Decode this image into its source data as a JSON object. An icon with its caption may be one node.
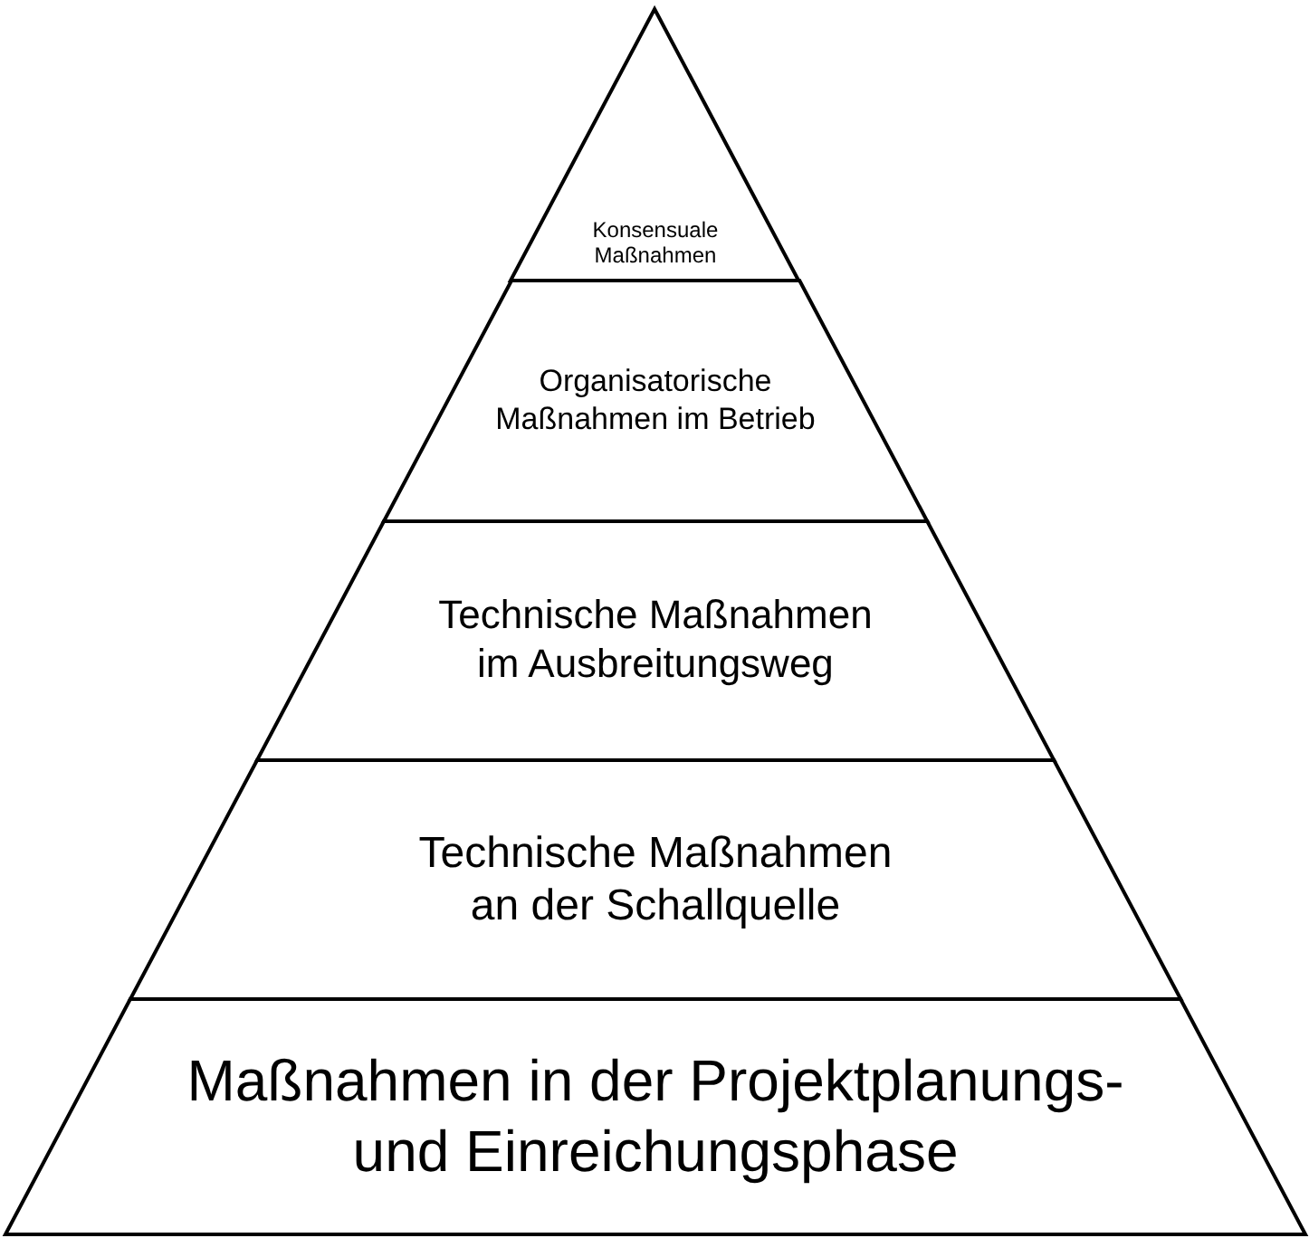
{
  "diagram": {
    "nodes": [
      {
        "text": [
          "Konsensuale Maßnahmen"
        ]
      },
      {
        "text": [
          "Organisatorische Maßnahmen im Betrieb"
        ]
      },
      {
        "text": [
          "Technische Maßnahmen im Ausbreitungsweg"
        ]
      },
      {
        "text": [
          "Technische Maßnahmen an der Schallquelle"
        ]
      },
      {
        "text": [
          "Maßnahmen in der Projektplanungs- und Einreichungsphase"
        ]
      }
    ]
  }
}
